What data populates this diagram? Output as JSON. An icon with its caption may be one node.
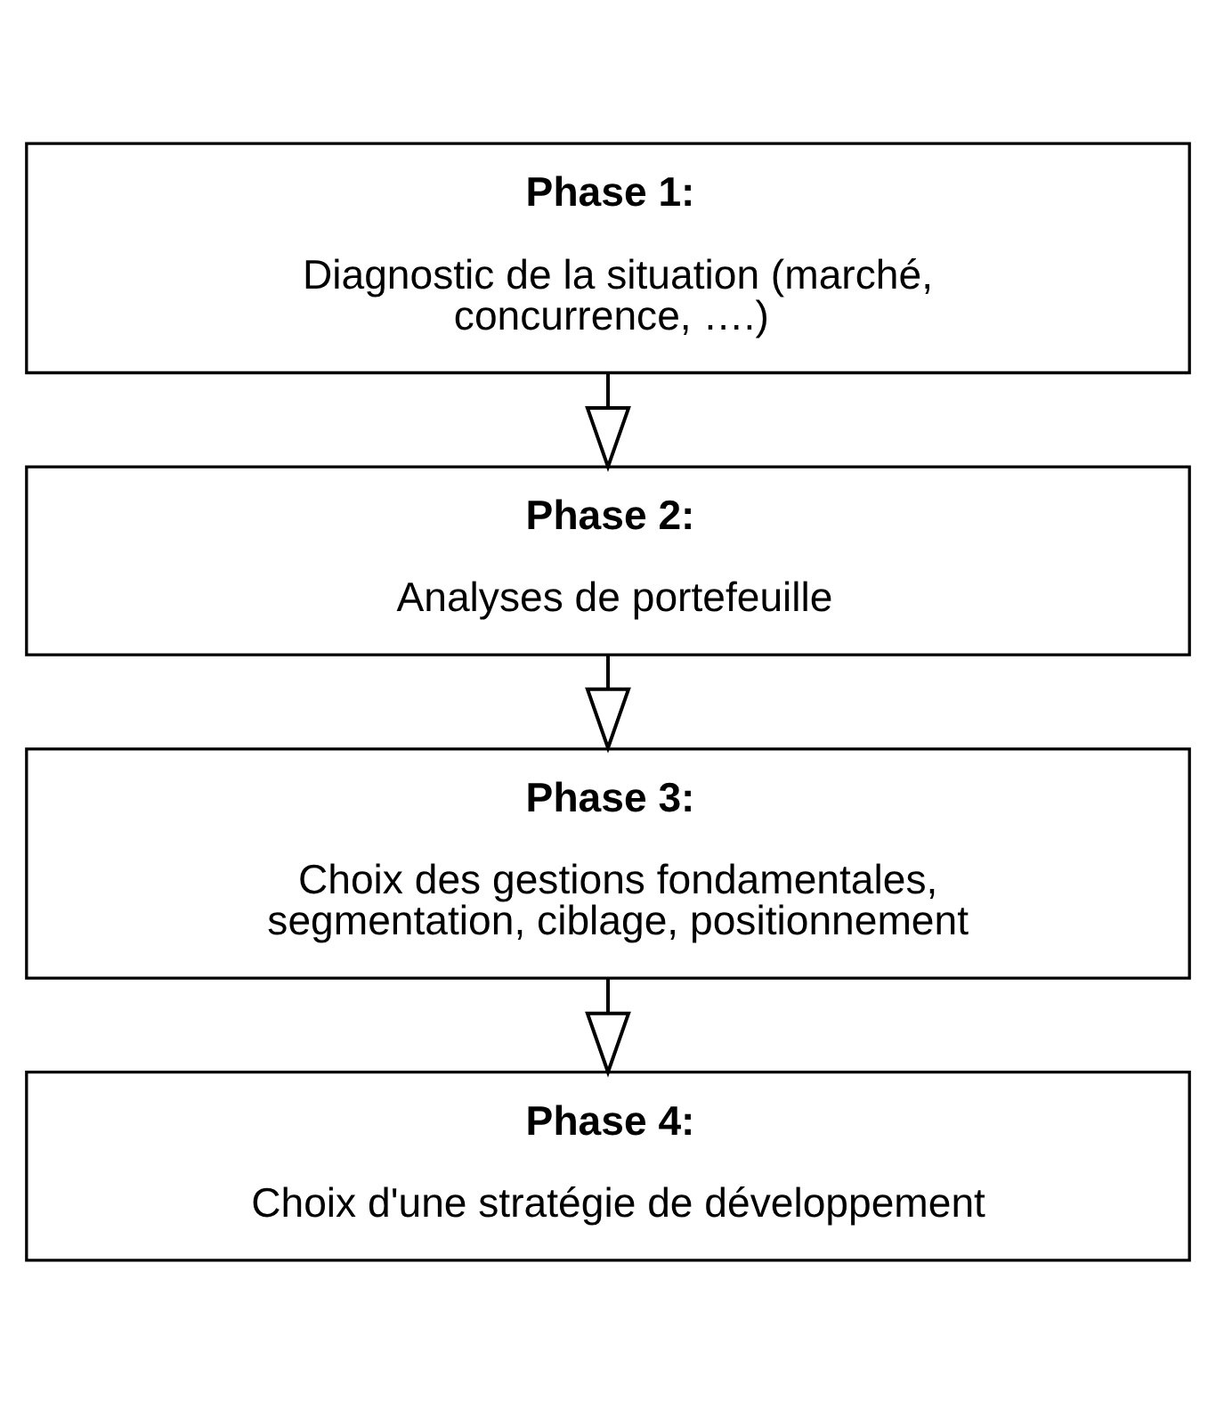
{
  "diagram": {
    "nodes": [
      {
        "text": [
          "Phase 1:",
          "Diagnostic de la situation (marché, concurrence, ….)"
        ]
      },
      {
        "text": [
          "Phase 2:",
          "Analyses de portefeuille"
        ]
      },
      {
        "text": [
          "Phase 3:",
          "Choix des gestions fondamentales, segmentation, ciblage, positionnement"
        ]
      },
      {
        "text": [
          "Phase 4:",
          "Choix d'une stratégie de développement"
        ]
      }
    ],
    "edges": [
      {
        "from": 0,
        "to": 1,
        "arrow": "to"
      },
      {
        "from": 1,
        "to": 2,
        "arrow": "to"
      },
      {
        "from": 2,
        "to": 3,
        "arrow": "to"
      }
    ]
  }
}
